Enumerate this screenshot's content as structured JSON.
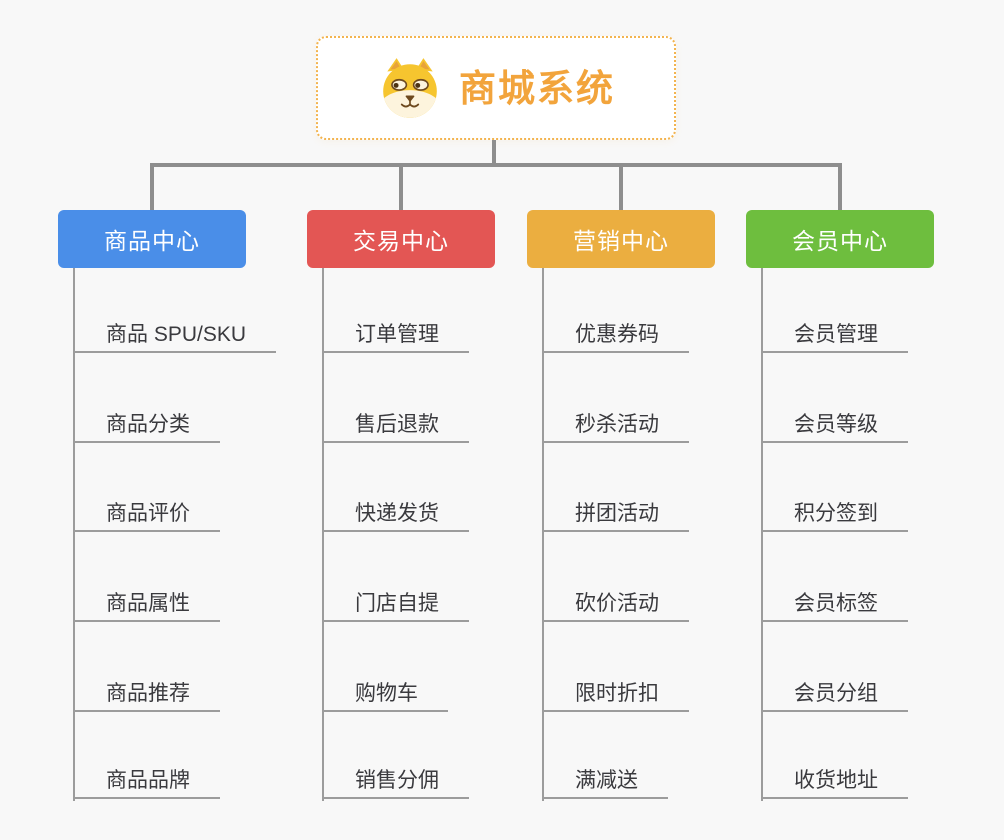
{
  "root": {
    "title": "商城系统",
    "icon": "shiba-dog-icon",
    "title_color": "#f2a43c",
    "border_color": "#f3b44f"
  },
  "connector_color": "#8e8e8e",
  "leaf_line_color": "#9c9c9c",
  "branches": [
    {
      "label": "商品中心",
      "color": "#4a8ee8",
      "children": [
        "商品 SPU/SKU",
        "商品分类",
        "商品评价",
        "商品属性",
        "商品推荐",
        "商品品牌"
      ]
    },
    {
      "label": "交易中心",
      "color": "#e35654",
      "children": [
        "订单管理",
        "售后退款",
        "快递发货",
        "门店自提",
        "购物车",
        "销售分佣"
      ]
    },
    {
      "label": "营销中心",
      "color": "#ebae40",
      "children": [
        "优惠券码",
        "秒杀活动",
        "拼团活动",
        "砍价活动",
        "限时折扣",
        "满减送"
      ]
    },
    {
      "label": "会员中心",
      "color": "#6ebe3e",
      "children": [
        "会员管理",
        "会员等级",
        "积分签到",
        "会员标签",
        "会员分组",
        "收货地址"
      ]
    }
  ]
}
